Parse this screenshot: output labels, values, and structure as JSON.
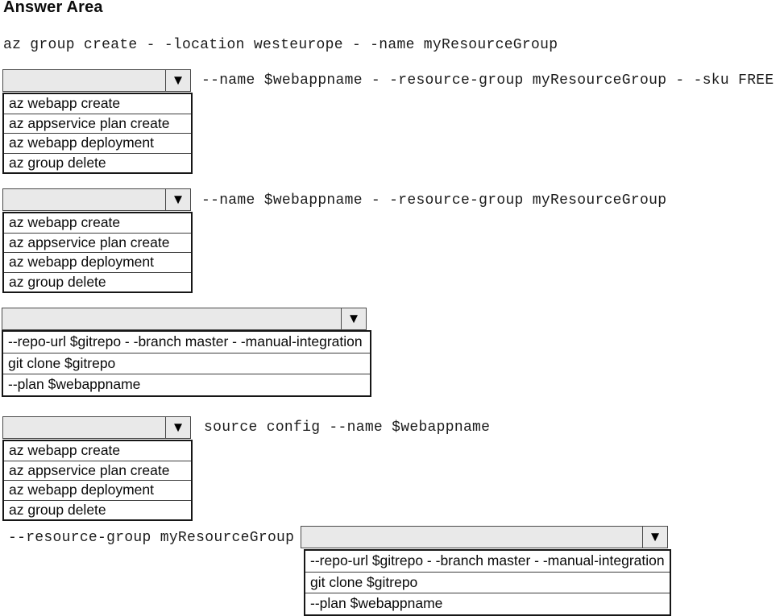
{
  "title": "Answer Area",
  "icons": {
    "dropdown_arrow": "▼"
  },
  "colors": {
    "select_fill": "#e9e9e9",
    "select_border": "#4a4a4a",
    "list_border": "#161616",
    "text": "#1c1c1c"
  },
  "command_lines": {
    "group_create": "az group create - -location westeurope - -name myResourceGroup",
    "webapp_create_args": "--name $webappname - -resource-group myResourceGroup - -sku FREE",
    "plan_args": "--name $webappname - -resource-group myResourceGroup",
    "deployment_args": "source config --name $webappname",
    "resource_group_arg": "--resource-group myResourceGroup"
  },
  "option_sets": {
    "az_commands": [
      "az webapp create",
      "az appservice plan create",
      "az webapp deployment",
      "az group delete"
    ],
    "git_options": [
      "--repo-url $gitrepo - -branch master - -manual-integration",
      "git clone $gitrepo",
      "--plan $webappname"
    ]
  },
  "dropdowns": [
    {
      "name": "dropdown-1",
      "selected": "",
      "options_ref": "az_commands"
    },
    {
      "name": "dropdown-2",
      "selected": "",
      "options_ref": "az_commands"
    },
    {
      "name": "dropdown-3",
      "selected": "",
      "options_ref": "git_options"
    },
    {
      "name": "dropdown-4",
      "selected": "",
      "options_ref": "az_commands"
    },
    {
      "name": "dropdown-5",
      "selected": "",
      "options_ref": "git_options"
    }
  ]
}
